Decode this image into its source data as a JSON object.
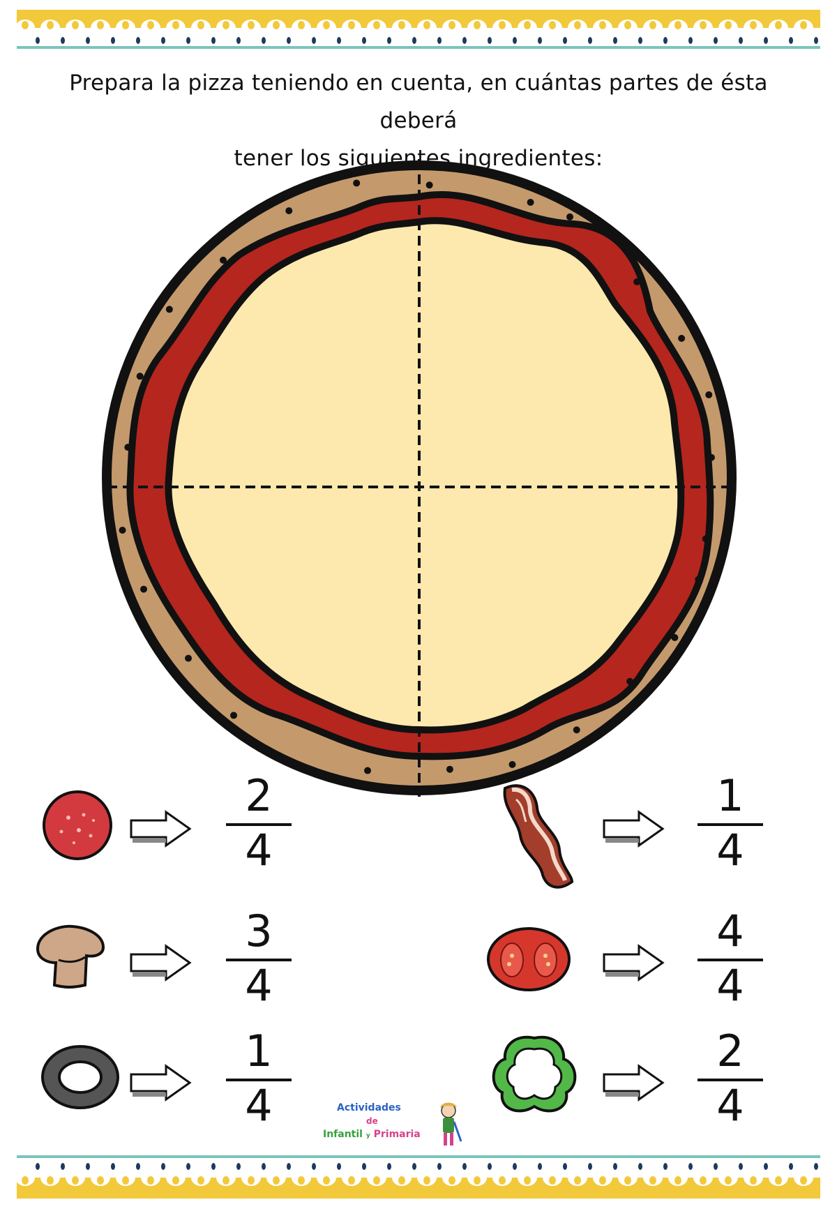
{
  "instructions": {
    "line1": "Prepara la pizza teniendo en cuenta, en cuántas partes de ésta deberá",
    "line2": "tener los siguientes ingredientes:"
  },
  "pizza": {
    "parts": 4
  },
  "ingredients": [
    {
      "icon": "salami-icon",
      "numerator": "2",
      "denominator": "4"
    },
    {
      "icon": "bacon-icon",
      "numerator": "1",
      "denominator": "4"
    },
    {
      "icon": "mushroom-icon",
      "numerator": "3",
      "denominator": "4"
    },
    {
      "icon": "tomato-icon",
      "numerator": "4",
      "denominator": "4"
    },
    {
      "icon": "olive-icon",
      "numerator": "1",
      "denominator": "4"
    },
    {
      "icon": "green-pepper-icon",
      "numerator": "2",
      "denominator": "4"
    }
  ],
  "logo": {
    "line1": "Actividades",
    "line2": "de",
    "line3a": "Infantil",
    "line3b": "y",
    "line3c": "Primaria"
  },
  "colors": {
    "crust": "#c49a6c",
    "sauce": "#b5261e",
    "cheese": "#fde9ad",
    "border_yellow": "#f2c93a",
    "border_teal": "#7cc4bd",
    "border_dots": "#1f3a5c"
  }
}
